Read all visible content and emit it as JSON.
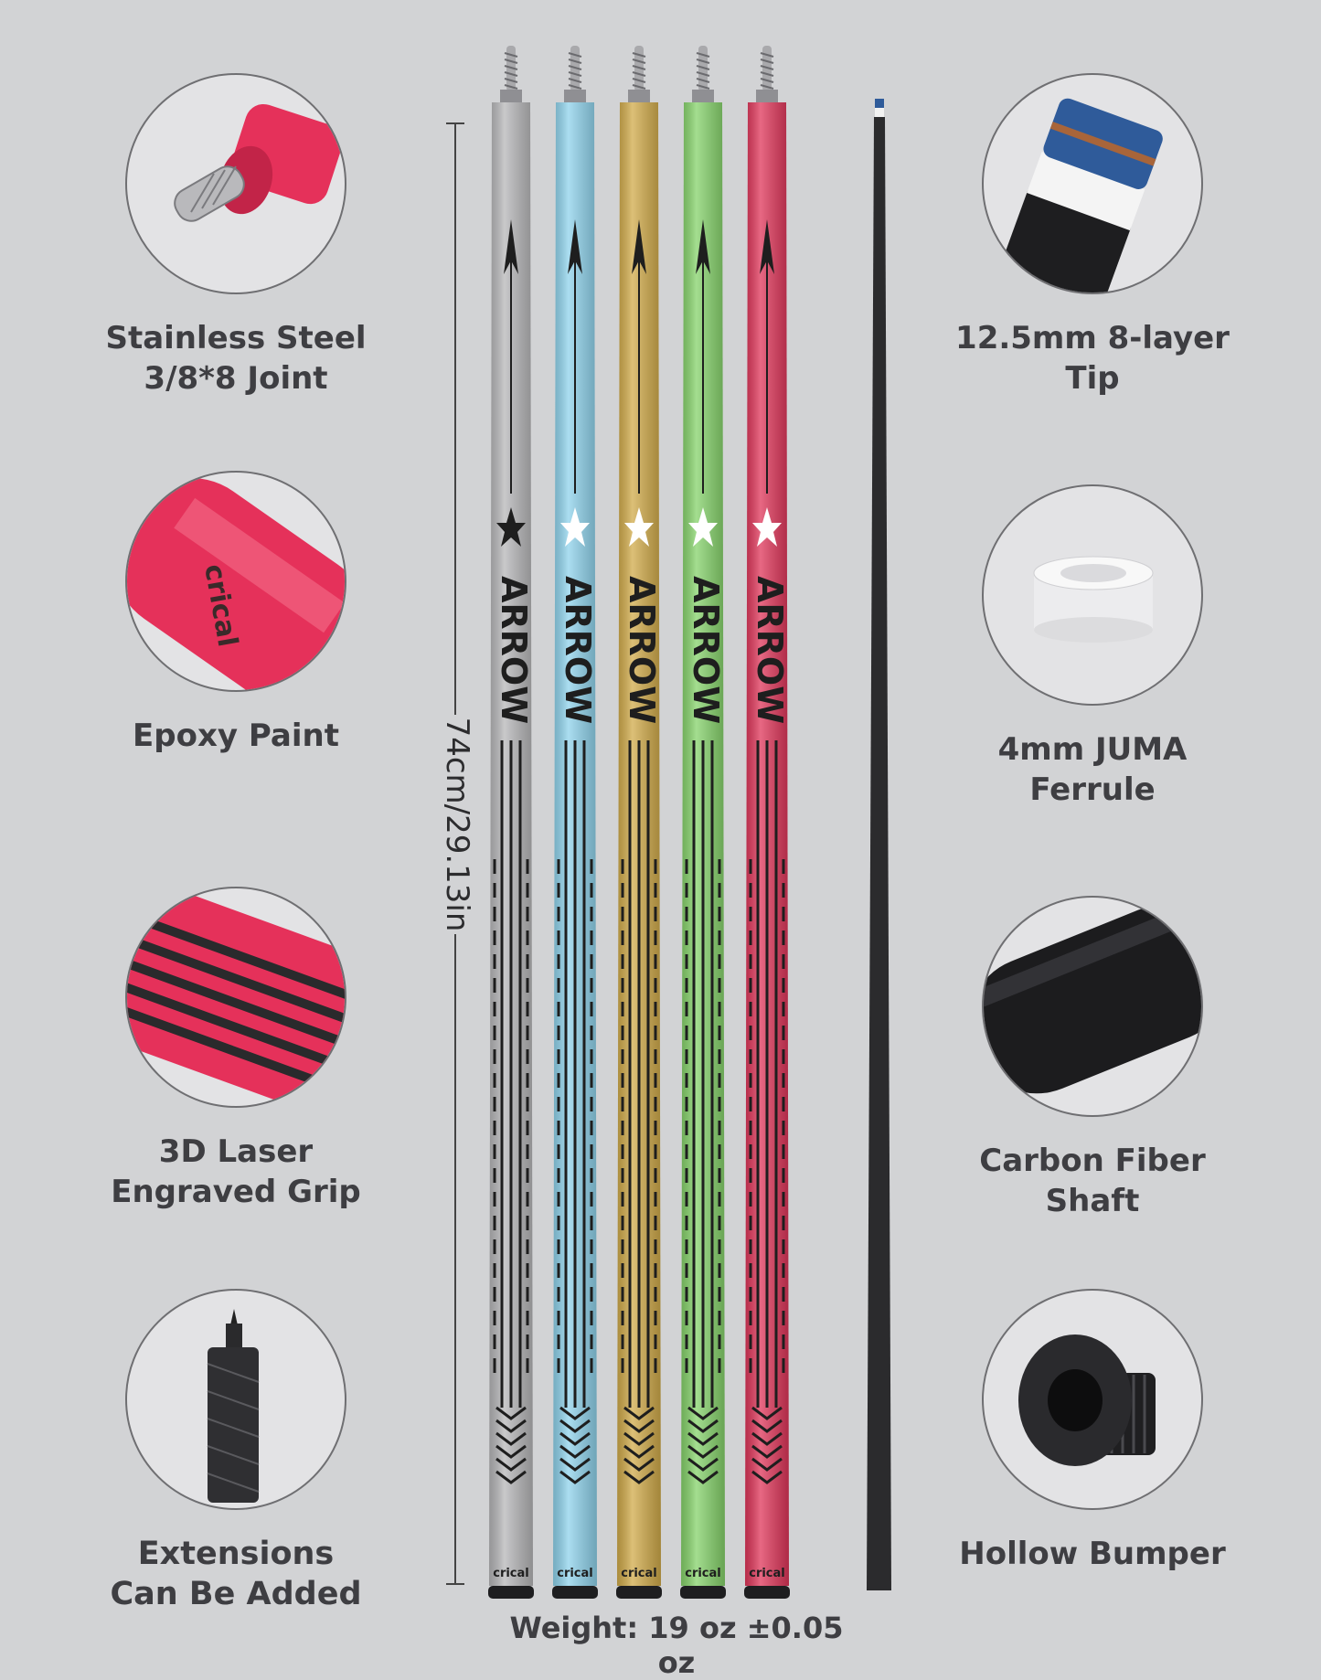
{
  "features_left": [
    {
      "label": "Stainless Steel\n3/8*8 Joint",
      "icon": "joint-pin-icon"
    },
    {
      "label": "Epoxy Paint",
      "icon": "epoxy-paint-icon"
    },
    {
      "label": "3D Laser Engraved Grip",
      "icon": "laser-grip-icon"
    },
    {
      "label": "Extensions Can Be Added",
      "icon": "extension-icon"
    }
  ],
  "features_right": [
    {
      "label": "12.5mm 8-layer Tip",
      "icon": "cue-tip-icon"
    },
    {
      "label": "4mm JUMA Ferrule",
      "icon": "ferrule-icon"
    },
    {
      "label": "Carbon Fiber Shaft",
      "icon": "carbon-shaft-icon"
    },
    {
      "label": "Hollow Bumper",
      "icon": "bumper-icon"
    }
  ],
  "measurement": "74cm/29.13in",
  "weight": "Weight: 19 oz ±0.05 oz",
  "cue_text": "ARROW",
  "cue_brand": "crical",
  "cue_colors": [
    "#b7b7b9",
    "#8fd3ec",
    "#d1ab4a",
    "#86d36b",
    "#e0365a"
  ],
  "shaft_color": "#2b2b2d"
}
